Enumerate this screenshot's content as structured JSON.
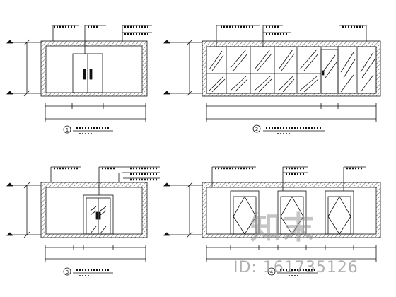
{
  "watermark": {
    "logo_text": "知末",
    "id_text": "ID: 161735126"
  },
  "panels": [
    {
      "name": "panel-1",
      "number": "1"
    },
    {
      "name": "panel-2",
      "number": "2"
    },
    {
      "name": "panel-3",
      "number": "3"
    },
    {
      "name": "panel-4",
      "number": "4"
    }
  ],
  "colors": {
    "line": "#111111",
    "watermark": "#969696"
  }
}
